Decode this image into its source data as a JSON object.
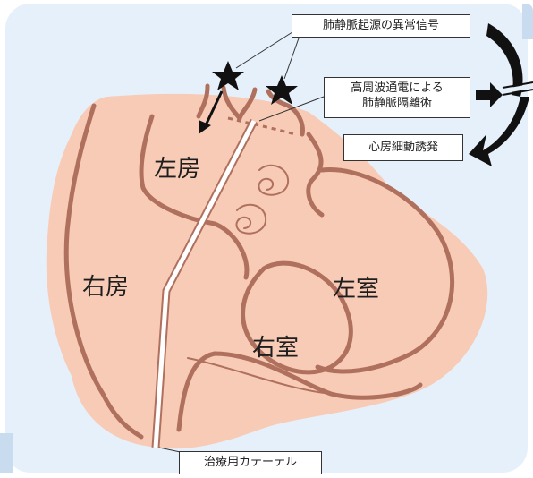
{
  "labels": {
    "abnormal_signal": "肺静脈起源の異常信号",
    "rf_ablation_line1": "高周波通電による",
    "rf_ablation_line2": "肺静脈隔離術",
    "af_induction": "心房細動誘発",
    "catheter": "治療用カテーテル"
  },
  "chambers": {
    "left_atrium": "左房",
    "right_atrium": "右房",
    "left_ventricle": "左室",
    "right_ventricle": "右室"
  },
  "colors": {
    "panel_background": "#e6f0fa",
    "heart_fill": "#f8cbb6",
    "heart_outline": "#b0705e",
    "catheter_outline": "#b0705e",
    "arrow": "#111111"
  }
}
